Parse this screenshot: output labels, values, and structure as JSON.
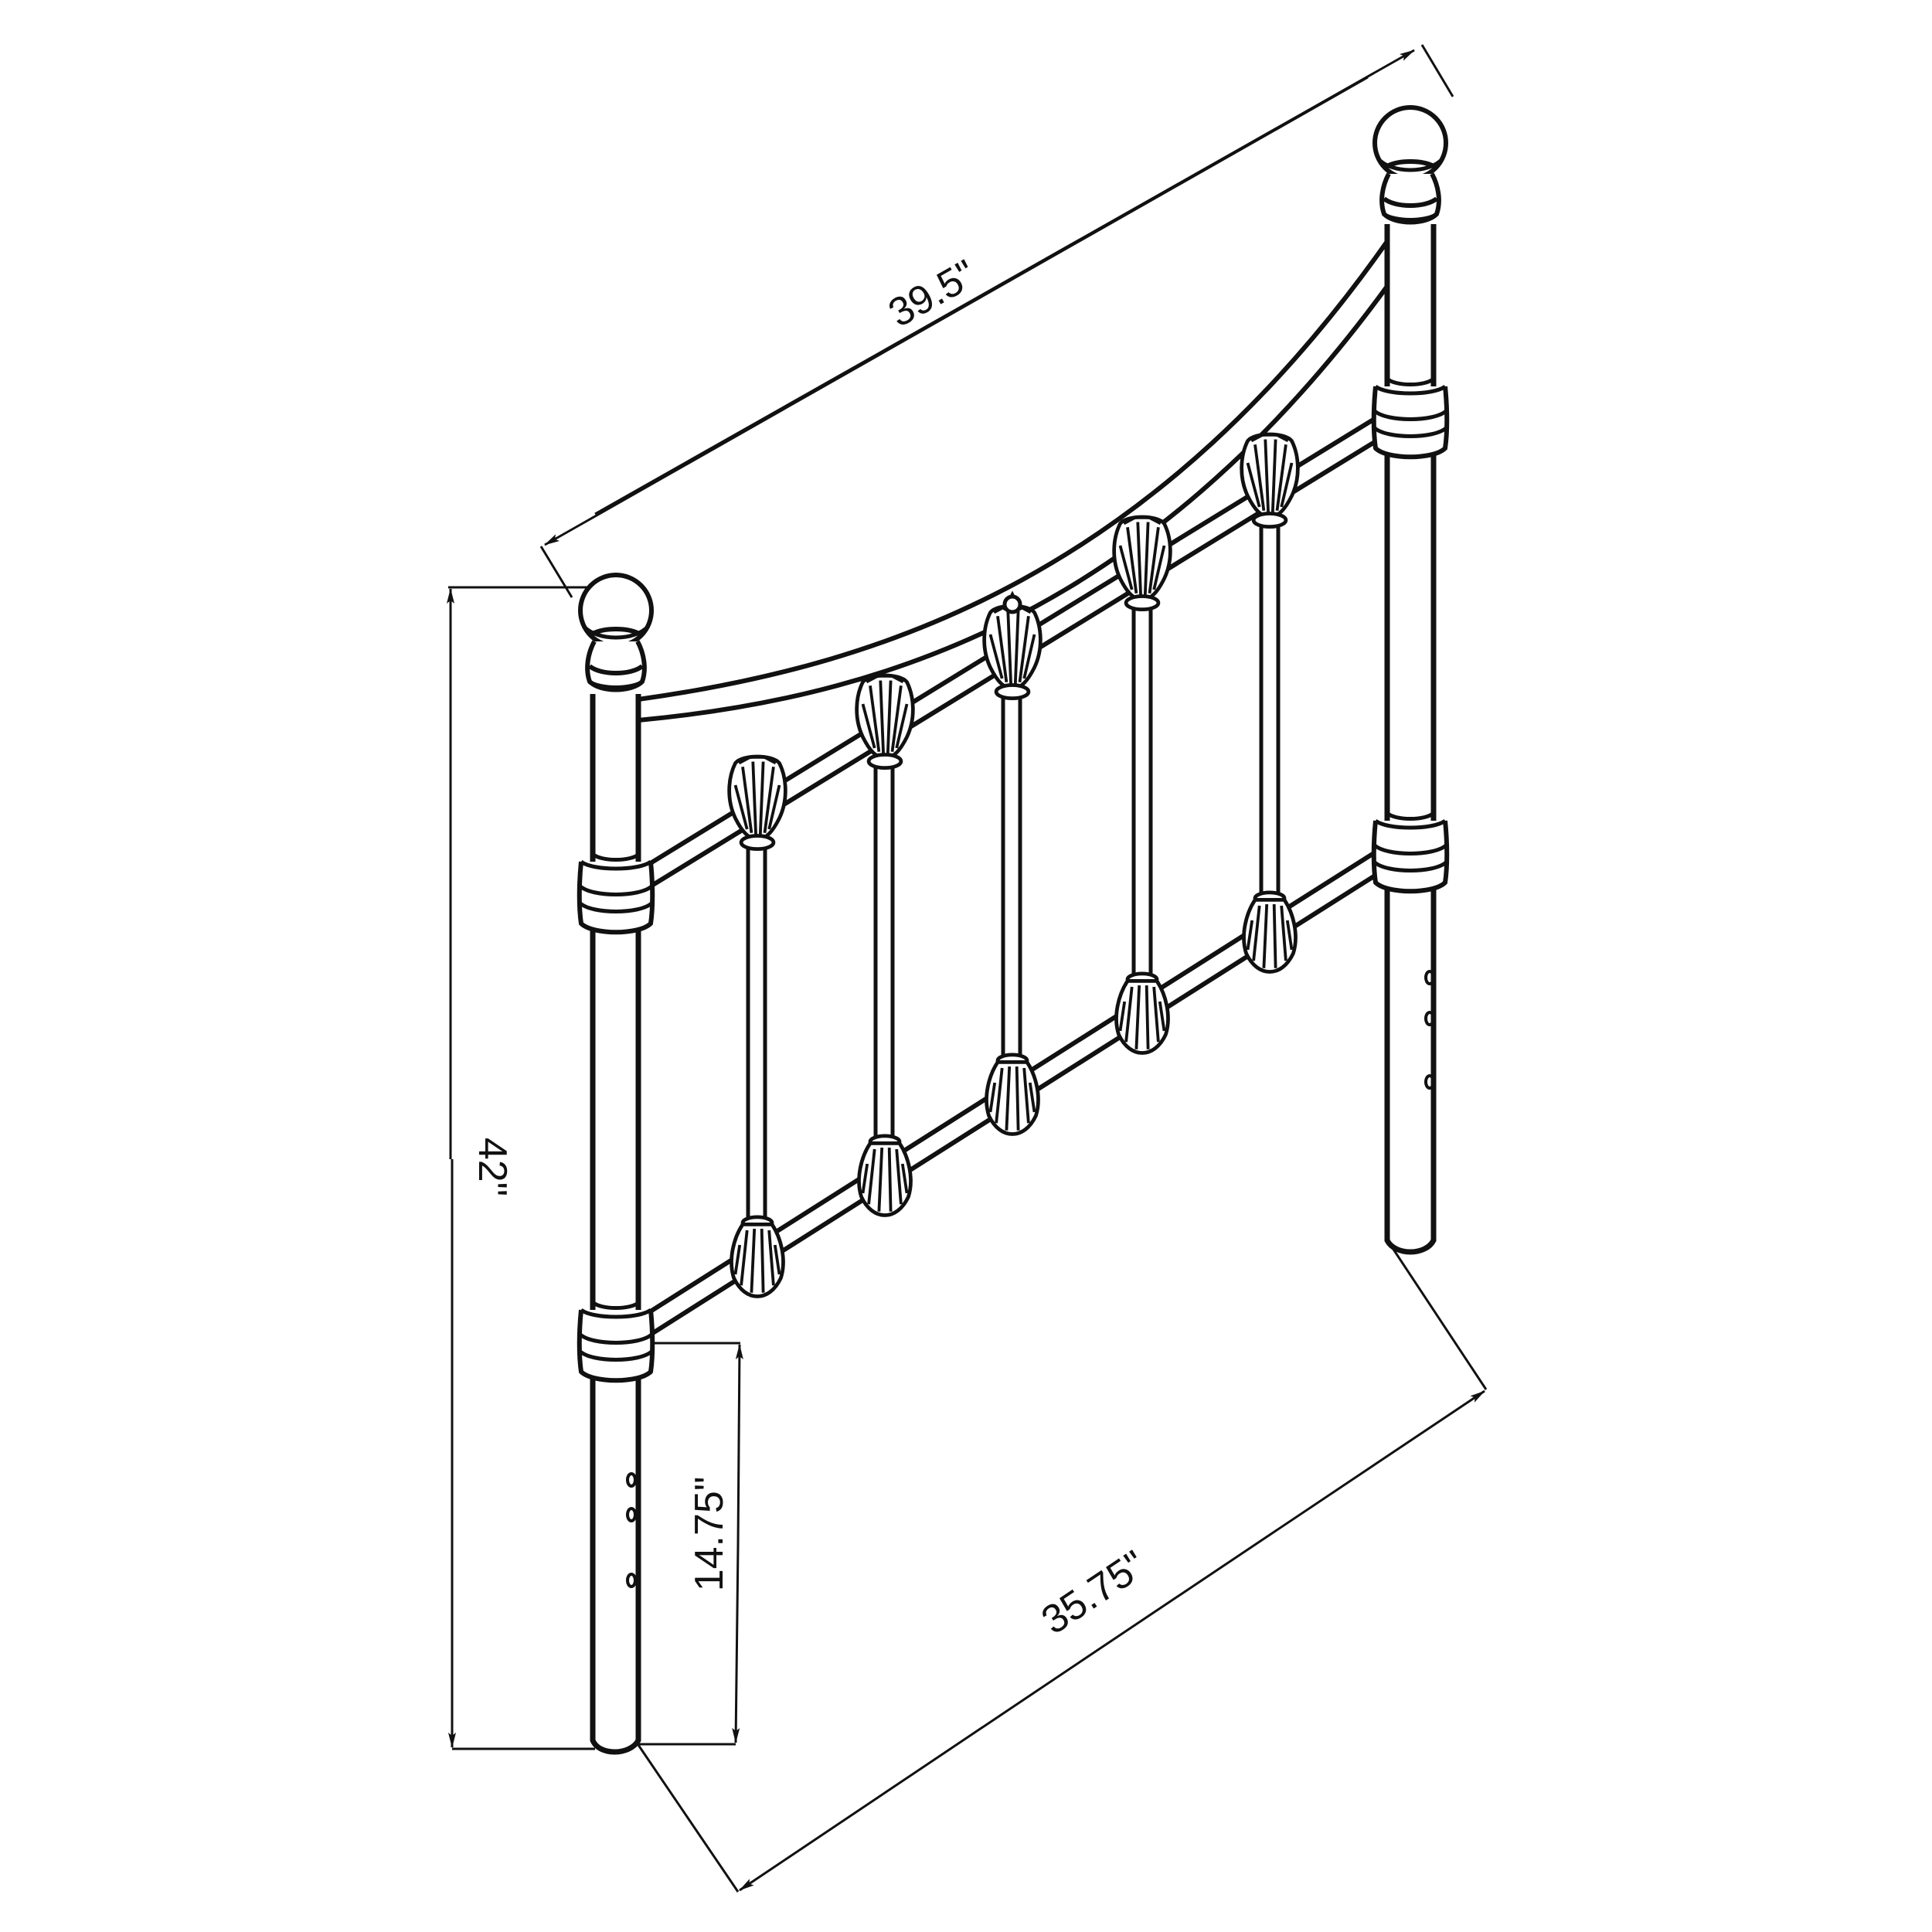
{
  "diagram": {
    "subject": "Metal headboard line drawing with dimensions",
    "colors": {
      "stroke": "#111111",
      "background": "#ffffff"
    },
    "dimensions": {
      "top_width": {
        "label": "39.5\""
      },
      "overall_height": {
        "label": "42\""
      },
      "leg_height": {
        "label": "14.75\""
      },
      "bottom_width": {
        "label": "35.75\""
      }
    },
    "parts": {
      "posts": [
        "left-post",
        "right-post"
      ],
      "finials": [
        "left-finial-ball",
        "right-finial-ball"
      ],
      "rails": [
        "top-curved-rail",
        "middle-rail",
        "bottom-rail"
      ],
      "spindle_count": 5,
      "ornaments": "shell castings at spindle-rail junctions",
      "leg_pin_holes_per_post": 3
    }
  }
}
